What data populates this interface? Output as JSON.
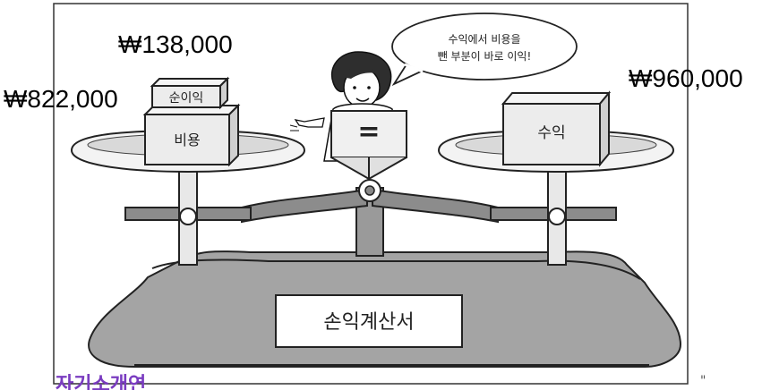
{
  "amounts": {
    "profit": "₩138,000",
    "expense": "₩822,000",
    "revenue": "₩960,000"
  },
  "scale": {
    "left_box_top": "순이익",
    "left_box_bottom": "비용",
    "right_box": "수익",
    "base_label": "손익계산서",
    "pointer_sign": "="
  },
  "speech_bubble": {
    "line1": "수익에서 비용을",
    "line2": "뺀 부분이 바로 이익!"
  },
  "footer": {
    "purple_text": "자기소개연",
    "mark": "\""
  },
  "colors": {
    "scale_gray": "#a9a9a9",
    "scale_dark": "#7d7d7d",
    "outline": "#222222",
    "accent_purple": "#7a3cc0"
  }
}
